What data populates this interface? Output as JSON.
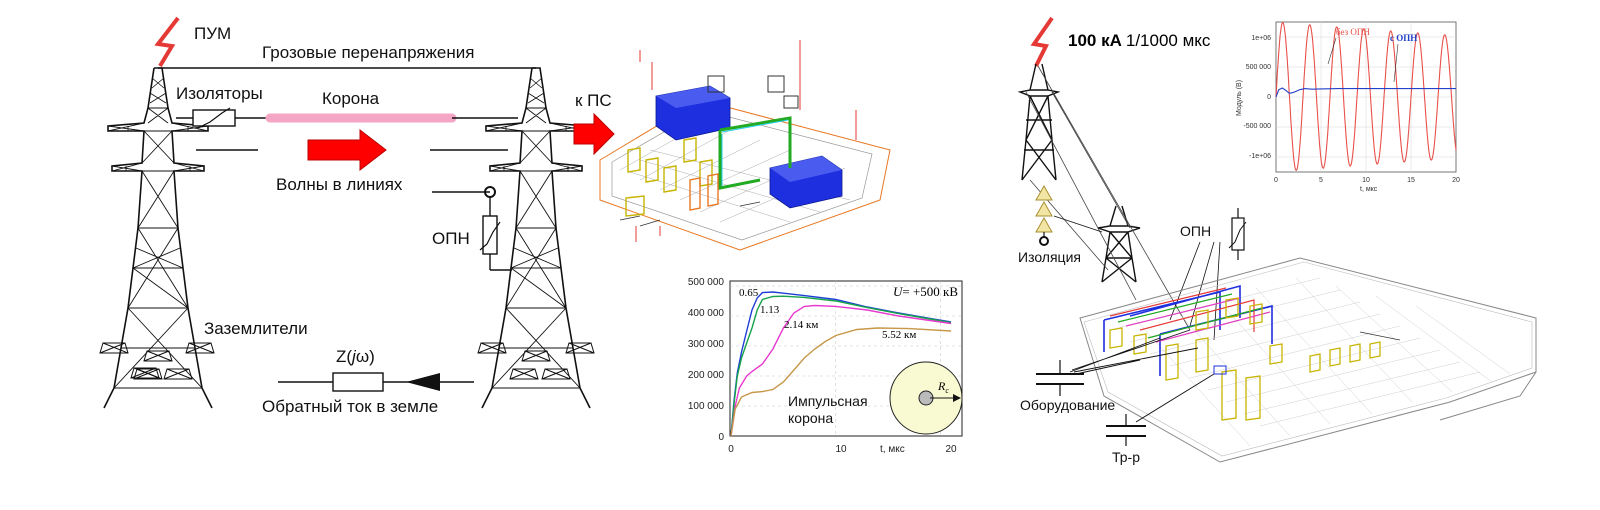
{
  "left_scheme": {
    "lightning_label": "ПУМ",
    "overvoltage_title": "Грозовые перенапряжения",
    "insulators_label": "Изоляторы",
    "corona_label": "Корона",
    "line_waves_label": "Волны в линиях",
    "to_substation_label": "к ПС",
    "surge_arrester_label": "ОПН",
    "grounding_label": "Заземлители",
    "impedance_label_prefix": "Z(",
    "impedance_label_j": "j",
    "impedance_label_suffix": "ω)",
    "return_current_label": "Обратный ток в земле"
  },
  "colors": {
    "lightning": "#e53935",
    "wave_arrow": "#ff0000",
    "corona": "#f4a6c4",
    "substation_blue": "#1e2fe0",
    "substation_orange": "#e87722",
    "substation_yellow": "#c8b400",
    "substation_green": "#22aa22"
  },
  "corona_chart": {
    "voltage_label_u": "U",
    "voltage_label_rest": "= +500 кВ",
    "x_axis_label": "t, мкс",
    "y_ticks": [
      "500 000",
      "400 000",
      "300 000",
      "200 000",
      "100 000",
      "0"
    ],
    "x_ticks": [
      "0",
      "10",
      "20"
    ],
    "impulse_corona_line1": "Импульсная",
    "impulse_corona_line2": "корона",
    "radius_label_r": "R",
    "radius_label_sub": "c",
    "chart_data": {
      "type": "line",
      "xlabel": "t, мкс",
      "ylabel": "",
      "xlim": [
        0,
        21
      ],
      "ylim": [
        0,
        500000
      ],
      "series": [
        {
          "name": "0.65",
          "color": "#1f3fd6",
          "x": [
            0,
            0.3,
            0.6,
            1.0,
            1.5,
            2.0,
            2.5,
            3.0,
            4.0,
            5.0,
            7.0,
            10.0,
            13.0,
            16.0,
            19.0,
            21.0
          ],
          "y": [
            0,
            120000,
            210000,
            280000,
            350000,
            420000,
            460000,
            478000,
            480000,
            476000,
            468000,
            455000,
            430000,
            410000,
            392000,
            380000
          ]
        },
        {
          "name": "1.13",
          "color": "#17a34a",
          "x": [
            0,
            0.3,
            0.6,
            1.0,
            1.5,
            2.0,
            2.5,
            3.0,
            4.0,
            5.0,
            7.0,
            10.0,
            13.0,
            16.0,
            19.0,
            21.0
          ],
          "y": [
            0,
            110000,
            200000,
            260000,
            310000,
            360000,
            420000,
            455000,
            465000,
            466000,
            462000,
            450000,
            428000,
            408000,
            390000,
            378000
          ]
        },
        {
          "name": "2.14 км",
          "color": "#e63ad0",
          "x": [
            0,
            0.4,
            0.8,
            1.5,
            2.0,
            3.0,
            4.0,
            5.0,
            6.0,
            7.0,
            8.0,
            10.0,
            13.0,
            16.0,
            19.0,
            21.0
          ],
          "y": [
            0,
            100000,
            160000,
            200000,
            215000,
            240000,
            290000,
            360000,
            410000,
            432000,
            435000,
            432000,
            420000,
            400000,
            385000,
            375000
          ]
        },
        {
          "name": "5.52 км",
          "color": "#c7974a",
          "x": [
            0,
            0.4,
            1.0,
            2.0,
            3.0,
            4.0,
            5.0,
            6.0,
            7.0,
            8.0,
            9.0,
            10.0,
            12.0,
            14.0,
            17.0,
            21.0
          ],
          "y": [
            0,
            90000,
            130000,
            145000,
            148000,
            155000,
            180000,
            220000,
            260000,
            290000,
            315000,
            335000,
            355000,
            360000,
            358000,
            350000
          ]
        }
      ]
    }
  },
  "right_scheme": {
    "lightning_value": "100 кА",
    "lightning_waveform": "1/1000 мкс",
    "insulation_label": "Изоляция",
    "surge_arrester_label": "ОПН",
    "equipment_label": "Оборудование",
    "transformer_label": "Тр-р"
  },
  "arrester_chart": {
    "y_axis_label": "Модуль (В)",
    "x_axis_label": "t, мкс",
    "y_ticks": [
      "1e+06",
      "500 000",
      "0",
      "-500 000",
      "-1e+06"
    ],
    "x_ticks": [
      "0",
      "5",
      "10",
      "15",
      "20"
    ],
    "chart_data": {
      "type": "line",
      "xlabel": "t, мкс",
      "ylabel": "Модуль (В)",
      "xlim": [
        0,
        20
      ],
      "ylim": [
        -1250000,
        1250000
      ],
      "series": [
        {
          "name": "без ОПН",
          "color": "#e8504a",
          "kind": "damped_oscillation",
          "amplitude": 1250000,
          "period_us": 3.0,
          "decay_per_us": 0.01,
          "offset": 0
        },
        {
          "name": "с ОПН",
          "color": "#2340c8",
          "kind": "clamped_oscillation",
          "x": [
            0,
            0.3,
            0.7,
            1.1,
            1.5,
            2.0,
            2.6,
            3.2,
            4.0,
            5.0,
            7.0,
            10.0,
            15.0,
            20.0
          ],
          "y": [
            0,
            120000,
            150000,
            110000,
            60000,
            80000,
            120000,
            140000,
            130000,
            135000,
            140000,
            140000,
            140000,
            140000
          ]
        }
      ]
    }
  }
}
